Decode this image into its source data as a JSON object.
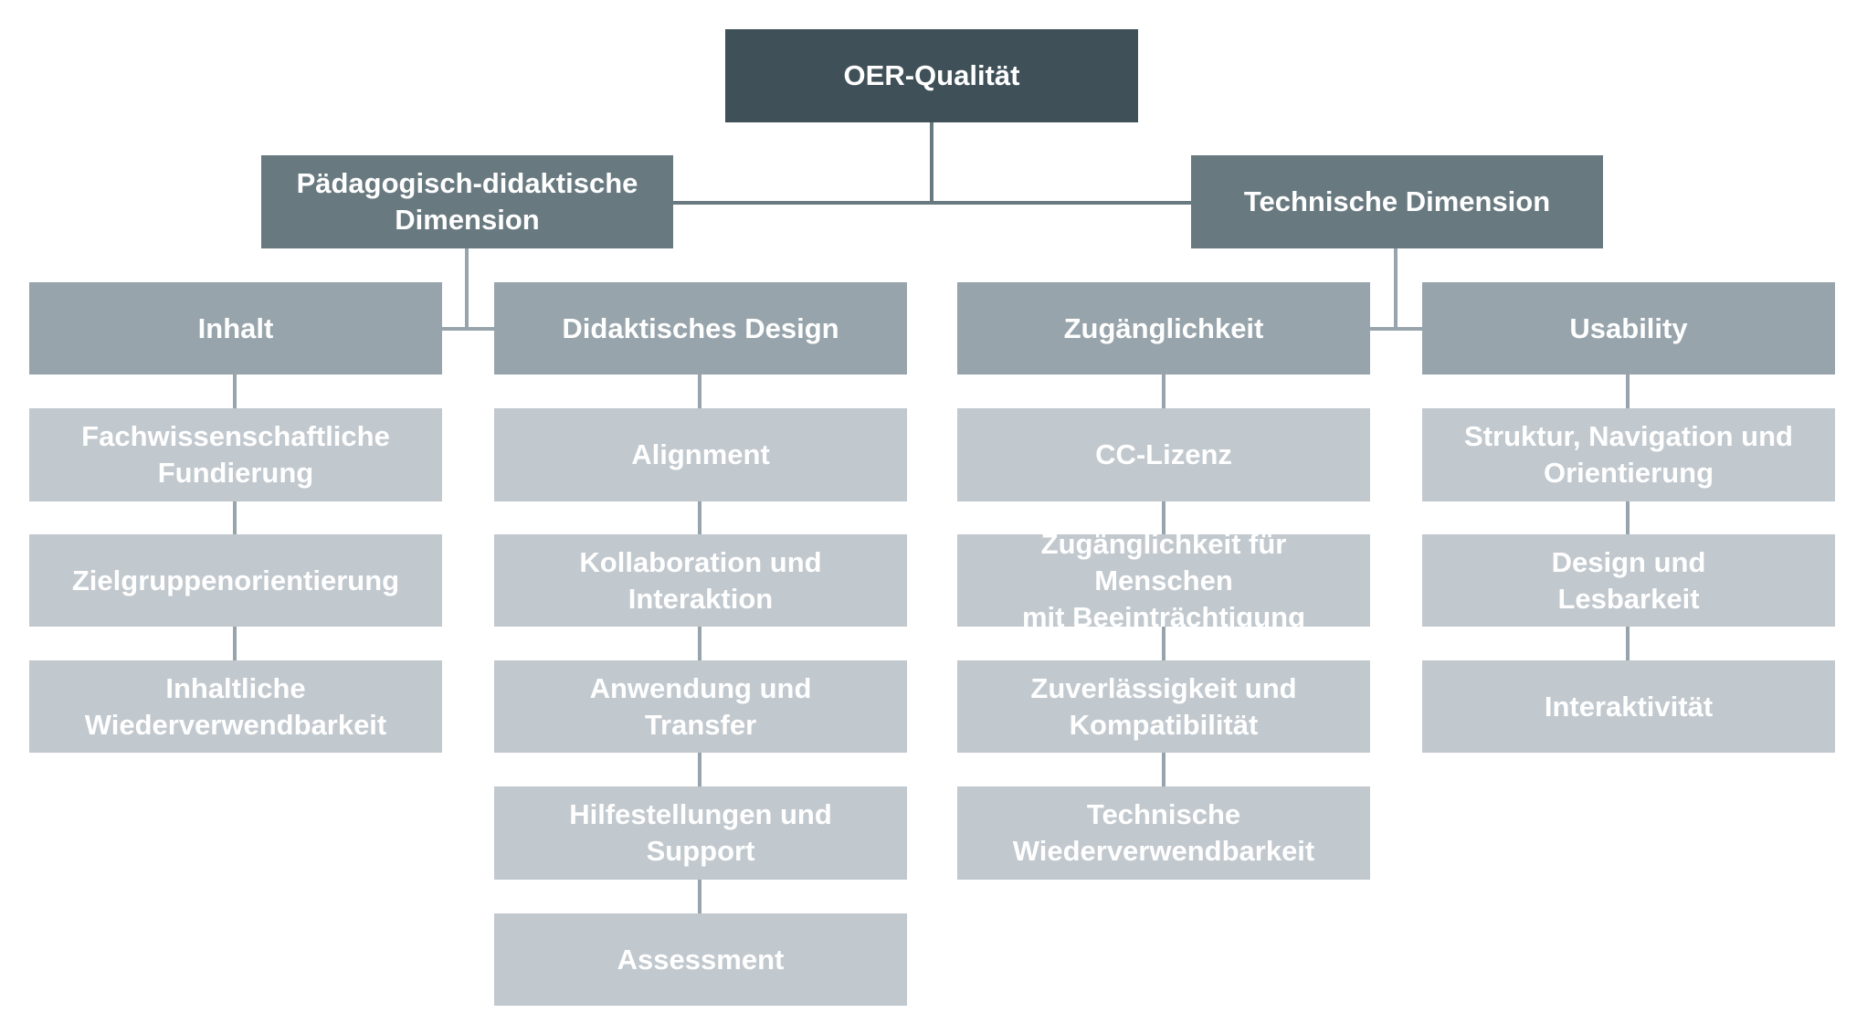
{
  "root": {
    "label": "OER-Qualität"
  },
  "dimensions": [
    {
      "label": "Pädagogisch-didaktische\nDimension",
      "categories": [
        {
          "label": "Inhalt",
          "items": [
            "Fachwissenschaftliche\nFundierung",
            "Zielgruppenorientierung",
            "Inhaltliche\nWiederverwendbarkeit"
          ]
        },
        {
          "label": "Didaktisches Design",
          "items": [
            "Alignment",
            "Kollaboration und\nInteraktion",
            "Anwendung und\nTransfer",
            "Hilfestellungen und\nSupport",
            "Assessment"
          ]
        }
      ]
    },
    {
      "label": "Technische Dimension",
      "categories": [
        {
          "label": "Zugänglichkeit",
          "items": [
            "CC-Lizenz",
            "Zugänglichkeit für Menschen\n    mit Beeinträchtigung",
            "Zuverlässigkeit und\nKompatibilität",
            "Technische\nWiederverwendbarkeit"
          ]
        },
        {
          "label": "Usability",
          "items": [
            "Struktur, Navigation und\nOrientierung",
            "Design und\nLesbarkeit",
            "Interaktivität"
          ]
        }
      ]
    }
  ],
  "colors": {
    "level0": "#3f5058",
    "level1": "#687980",
    "level2": "#97a4ab",
    "level3": "#c1c8ce",
    "connector": "#97a4ab"
  }
}
